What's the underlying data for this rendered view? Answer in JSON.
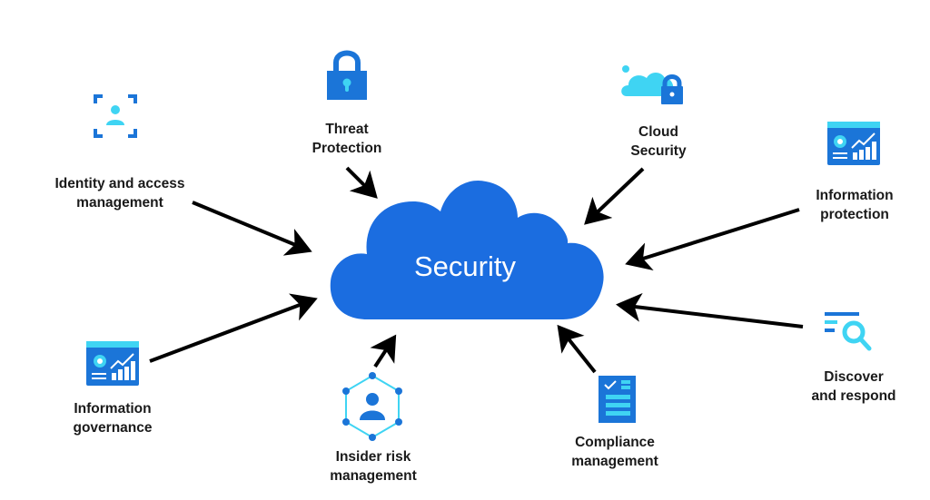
{
  "center": {
    "label": "Security",
    "color": "#1b6de0"
  },
  "colors": {
    "primary_blue": "#1b75d8",
    "light_blue": "#3fd4f3",
    "arrow": "#000000"
  },
  "nodes": [
    {
      "id": "identity",
      "icon": "identity-scan-icon",
      "line1": "Identity and access",
      "line2": "management"
    },
    {
      "id": "threat",
      "icon": "padlock-icon",
      "line1": "Threat",
      "line2": "Protection"
    },
    {
      "id": "cloud",
      "icon": "cloud-lock-icon",
      "line1": "Cloud",
      "line2": "Security"
    },
    {
      "id": "infoprot",
      "icon": "dashboard-chart-icon",
      "line1": "Information",
      "line2": "protection"
    },
    {
      "id": "infogov",
      "icon": "dashboard-gear-chart-icon",
      "line1": "Information",
      "line2": "governance"
    },
    {
      "id": "insider",
      "icon": "network-user-icon",
      "line1": "Insider risk",
      "line2": "management"
    },
    {
      "id": "compliance",
      "icon": "checklist-icon",
      "line1": "Compliance",
      "line2": "management"
    },
    {
      "id": "discover",
      "icon": "search-filter-icon",
      "line1": "Discover",
      "line2": "and respond"
    }
  ]
}
